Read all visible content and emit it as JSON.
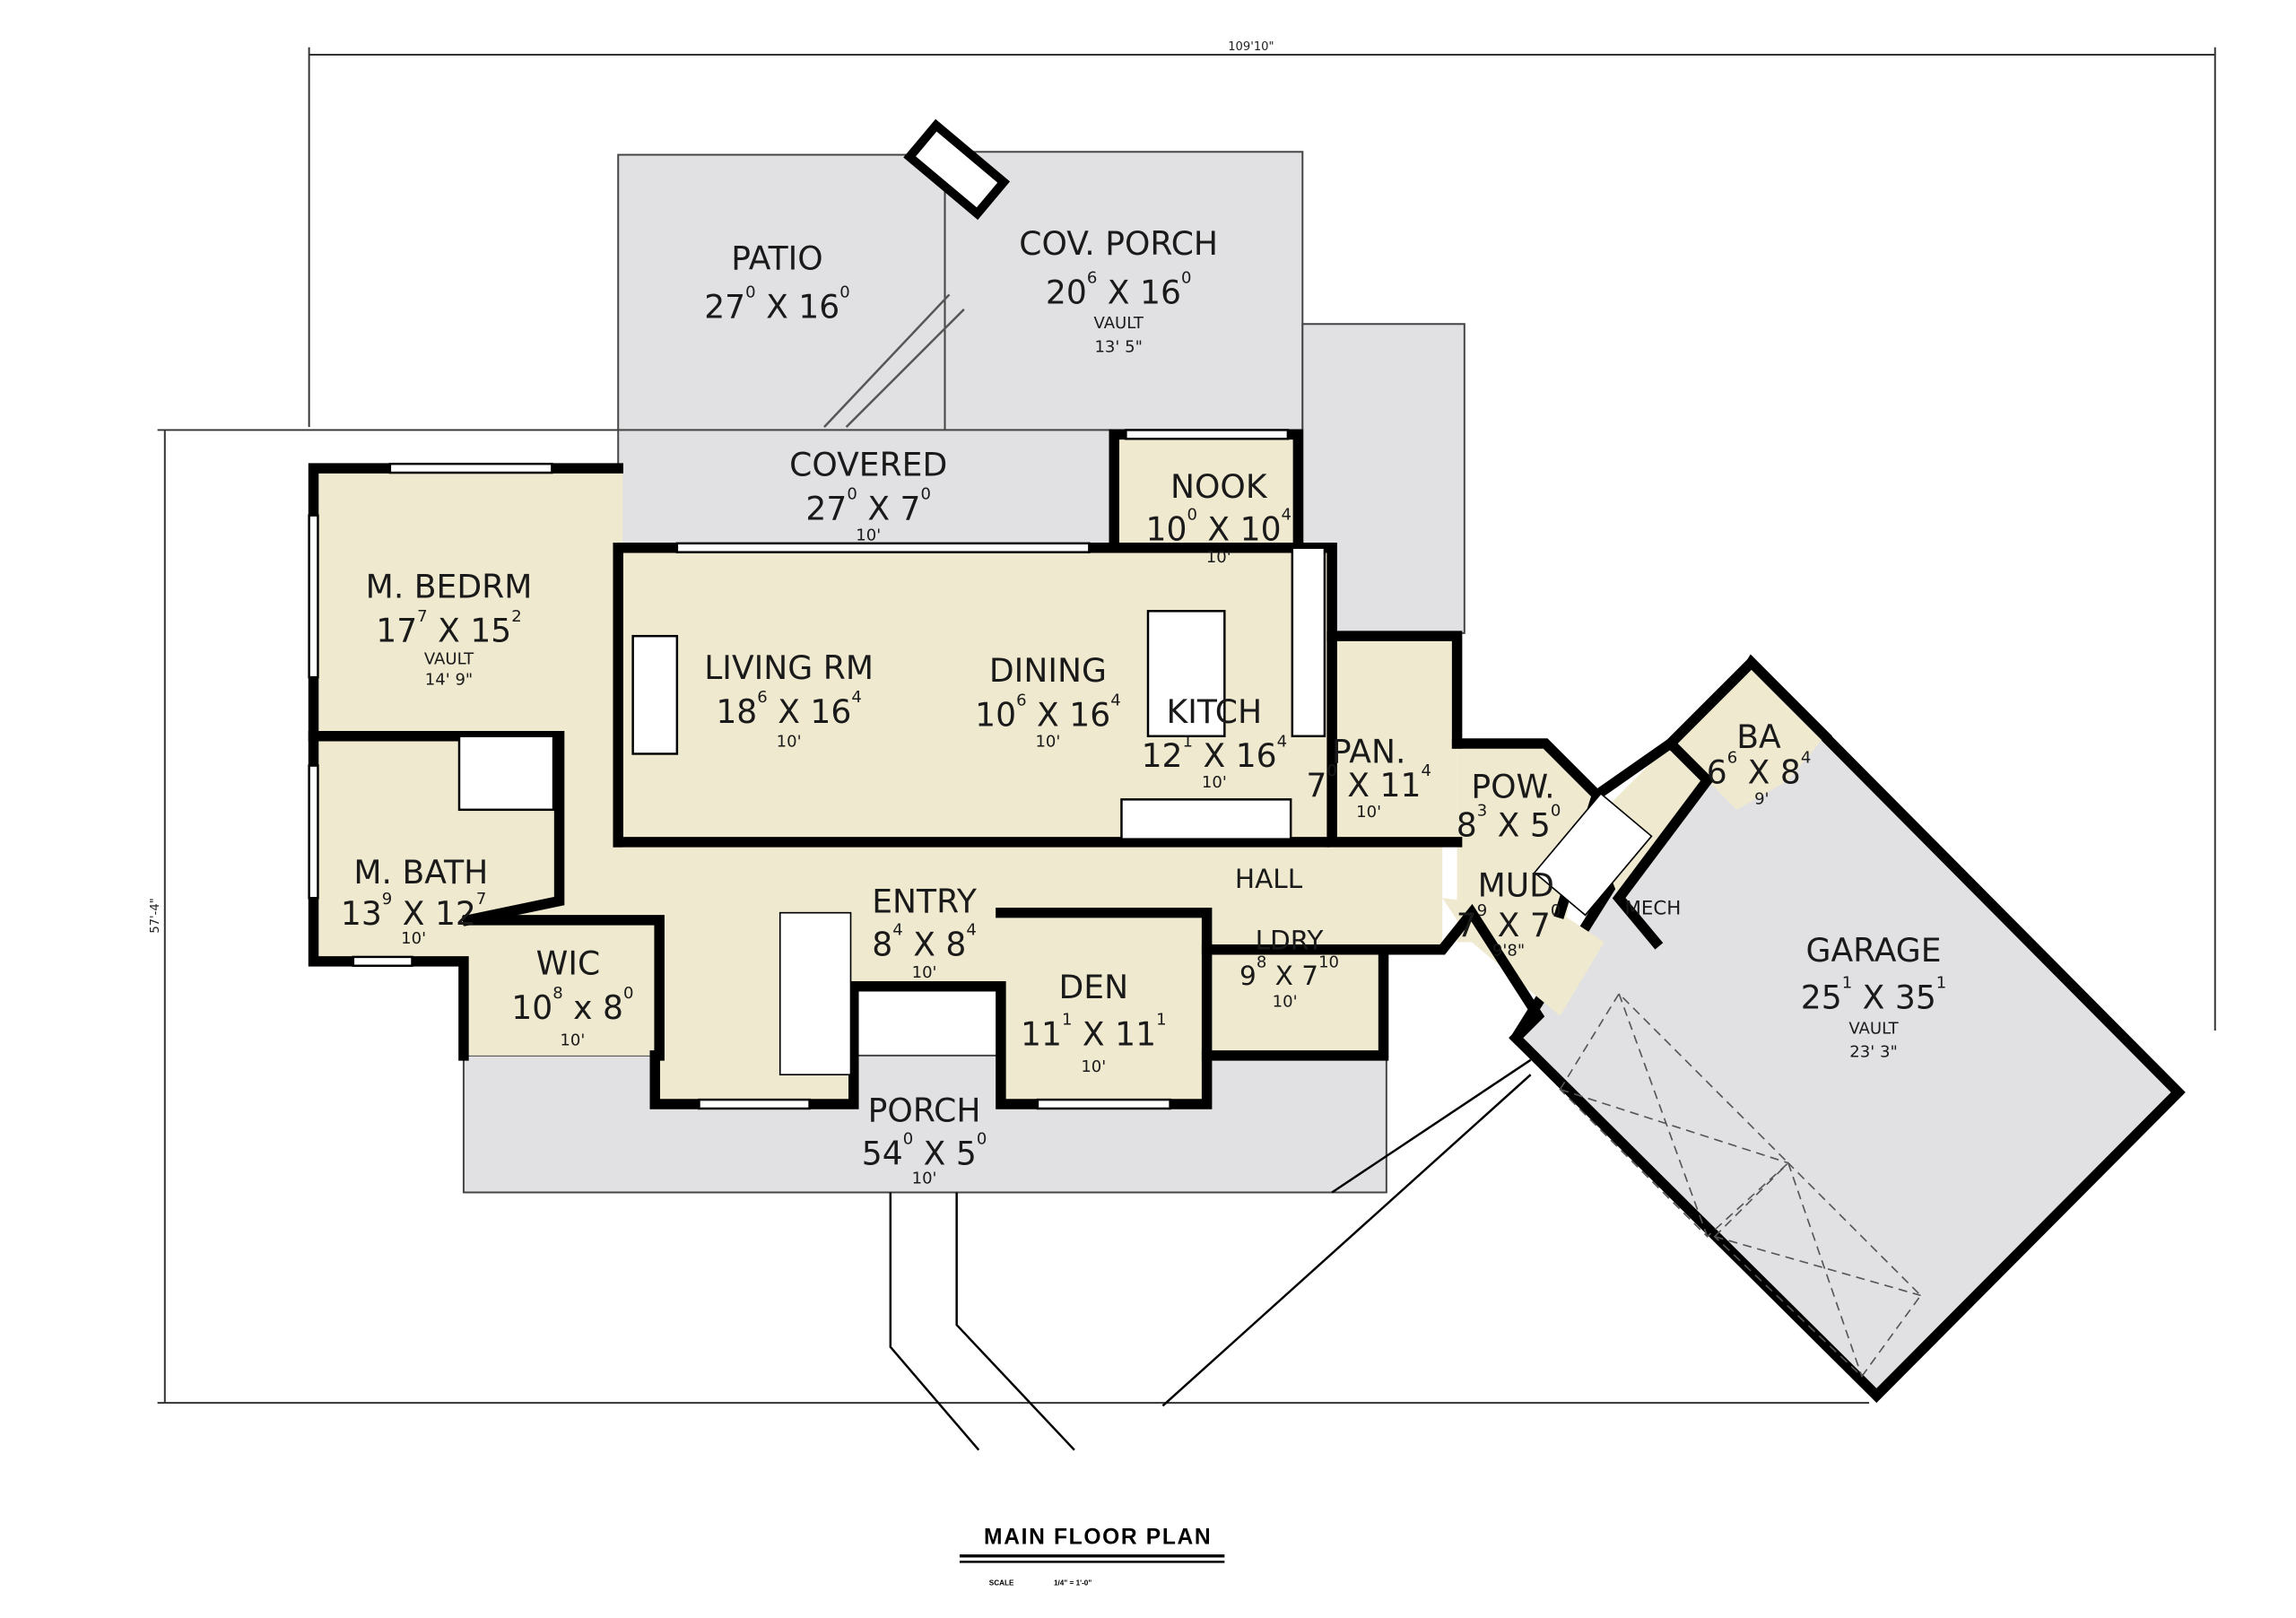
{
  "dimensions": {
    "overall_width": "109'10\"",
    "overall_depth": "57'-4\""
  },
  "title": "MAIN FLOOR PLAN",
  "scale": {
    "label": "SCALE",
    "value": "1/4\" = 1'-0\""
  },
  "colors": {
    "living": "#efe9cf",
    "outdoor": "#e1e1e3",
    "wall": "#000000",
    "window": "#ffffff"
  },
  "rooms": {
    "patio": {
      "name": "PATIO",
      "a": "27",
      "as": "0",
      "b": "16",
      "bs": "0"
    },
    "cov_porch": {
      "name": "COV. PORCH",
      "a": "20",
      "as": "6",
      "b": "16",
      "bs": "0",
      "note": "VAULT",
      "ceiling": "13' 5\""
    },
    "covered": {
      "name": "COVERED",
      "a": "27",
      "as": "0",
      "b": "7",
      "bs": "0",
      "ceiling": "10'"
    },
    "nook": {
      "name": "NOOK",
      "a": "10",
      "as": "0",
      "b": "10",
      "bs": "4",
      "ceiling": "10'"
    },
    "m_bedrm": {
      "name": "M. BEDRM",
      "a": "17",
      "as": "7",
      "b": "15",
      "bs": "2",
      "note": "VAULT",
      "ceiling": "14' 9\""
    },
    "living": {
      "name": "LIVING RM",
      "a": "18",
      "as": "6",
      "b": "16",
      "bs": "4",
      "ceiling": "10'"
    },
    "dining": {
      "name": "DINING",
      "a": "10",
      "as": "6",
      "b": "16",
      "bs": "4",
      "ceiling": "10'"
    },
    "kitchen": {
      "name": "KITCH",
      "a": "12",
      "as": "1",
      "b": "16",
      "bs": "4",
      "ceiling": "10'"
    },
    "pantry": {
      "name": "PAN.",
      "a": "7",
      "as": "0",
      "b": "11",
      "bs": "4",
      "ceiling": "10'"
    },
    "powder": {
      "name": "POW.",
      "a": "8",
      "as": "3",
      "b": "5",
      "bs": "0"
    },
    "hall": {
      "name": "HALL"
    },
    "mud": {
      "name": "MUD",
      "a": "7",
      "as": "9",
      "b": "7",
      "bs": "0",
      "ceiling": "9'8\""
    },
    "mech": {
      "name": "MECH"
    },
    "bath": {
      "name": "BA",
      "a": "6",
      "as": "6",
      "b": "8",
      "bs": "4",
      "ceiling": "9'"
    },
    "garage": {
      "name": "GARAGE",
      "a": "25",
      "as": "1",
      "b": "35",
      "bs": "1",
      "note": "VAULT",
      "ceiling": "23' 3\""
    },
    "m_bath": {
      "name": "M. BATH",
      "a": "13",
      "as": "9",
      "b": "12",
      "bs": "7",
      "ceiling": "10'"
    },
    "entry": {
      "name": "ENTRY",
      "a": "8",
      "as": "4",
      "b": "8",
      "bs": "4",
      "ceiling": "10'"
    },
    "wic": {
      "name": "WIC",
      "a": "10",
      "as": "8",
      "b": "8",
      "bs": "0",
      "ceiling": "10'"
    },
    "laundry": {
      "name": "LDRY",
      "a": "9",
      "as": "8",
      "b": "7",
      "bs": "10",
      "ceiling": "10'"
    },
    "den": {
      "name": "DEN",
      "a": "11",
      "as": "1",
      "b": "11",
      "bs": "1",
      "ceiling": "10'"
    },
    "porch": {
      "name": "PORCH",
      "a": "54",
      "as": "0",
      "b": "5",
      "bs": "0",
      "ceiling": "10'"
    }
  }
}
